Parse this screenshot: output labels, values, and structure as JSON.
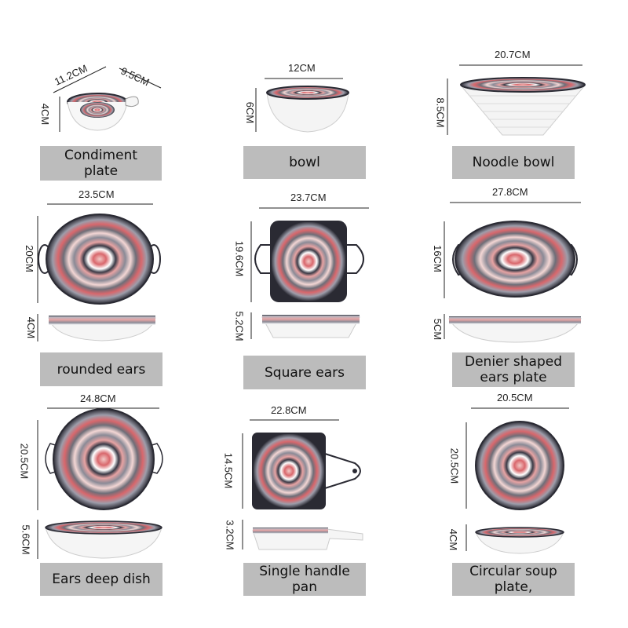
{
  "items": [
    {
      "name_line1": "Condiment",
      "name_line2": "plate",
      "dim_a": "11.2CM",
      "dim_b": "9.5CM",
      "dim_h": "4CM"
    },
    {
      "name_line1": "bowl",
      "name_line2": "",
      "dim_a": "12CM",
      "dim_h": "6CM"
    },
    {
      "name_line1": "Noodle bowl",
      "name_line2": "",
      "dim_a": "20.7CM",
      "dim_h": "8.5CM"
    },
    {
      "name_line1": "rounded ears",
      "name_line2": "",
      "dim_a": "23.5CM",
      "dim_b": "20CM",
      "dim_h": "4CM"
    },
    {
      "name_line1": "Square ears",
      "name_line2": "",
      "dim_a": "23.7CM",
      "dim_b": "19.6CM",
      "dim_h": "5.2CM"
    },
    {
      "name_line1": "Denier shaped",
      "name_line2": "ears plate",
      "dim_a": "27.8CM",
      "dim_b": "16CM",
      "dim_h": "5CM"
    },
    {
      "name_line1": "Ears deep dish",
      "name_line2": "",
      "dim_a": "24.8CM",
      "dim_b": "20.5CM",
      "dim_h": "5.6CM"
    },
    {
      "name_line1": "Single handle",
      "name_line2": "pan",
      "dim_a": "22.8CM",
      "dim_b": "14.5CM",
      "dim_h": "3.2CM"
    },
    {
      "name_line1": "Circular soup",
      "name_line2": "plate,",
      "dim_a": "20.5CM",
      "dim_b": "20.5CM",
      "dim_h": "4CM"
    }
  ],
  "colors": {
    "label_bg": "#bcbcbc",
    "pattern_pink": "#d9676c",
    "pattern_gray": "#6e6e78",
    "rim": "#2a2a33"
  }
}
